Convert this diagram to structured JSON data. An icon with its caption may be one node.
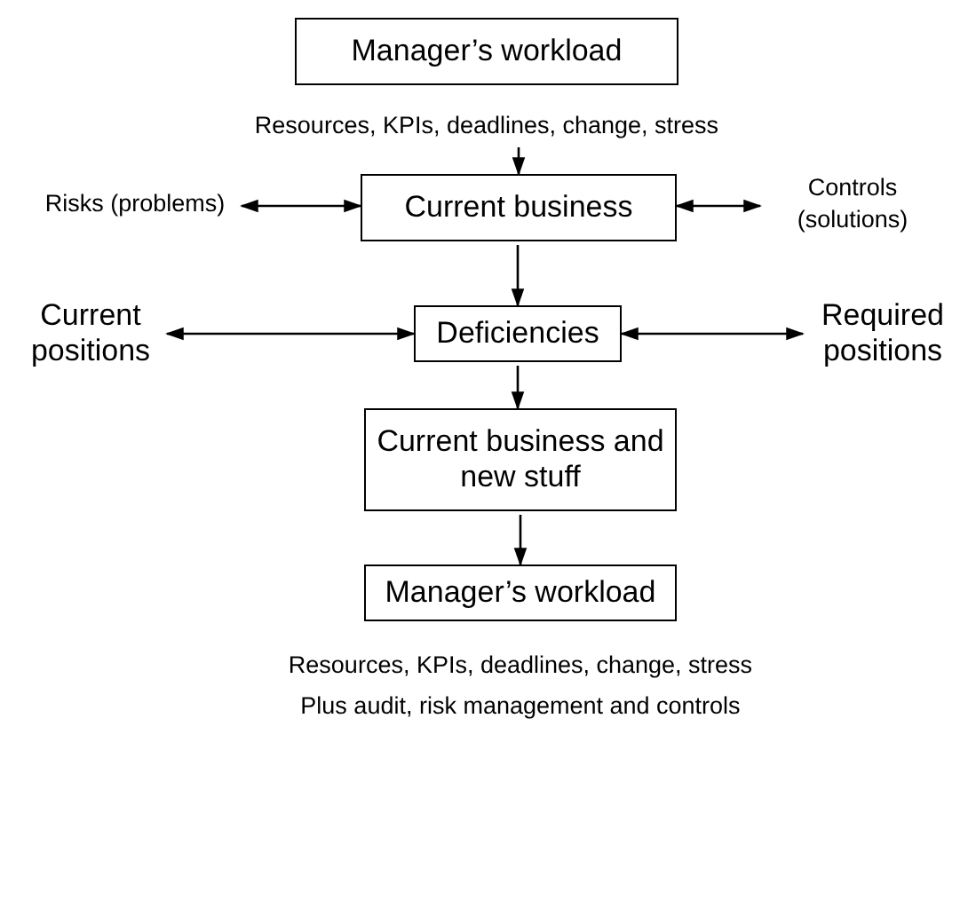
{
  "diagram": {
    "nodes": [
      {
        "text": [
          "Manager’s workload"
        ]
      },
      {
        "text": [
          "Resources, KPIs, deadlines, change, stress"
        ]
      },
      {
        "text": [
          "Risks (problems)"
        ]
      },
      {
        "text": [
          "Current business"
        ]
      },
      {
        "text": [
          "Controls (solutions)"
        ]
      },
      {
        "text": [
          "Current positions"
        ]
      },
      {
        "text": [
          "Deficiencies"
        ]
      },
      {
        "text": [
          "Required positions"
        ]
      },
      {
        "text": [
          "Current business and new stuff"
        ]
      },
      {
        "text": [
          "Manager’s workload"
        ],
        "beside": [
          "Resources, KPIs, deadlines, change, stress",
          "Plus audit, risk management and controls"
        ]
      }
    ],
    "edges": [
      {
        "from": 1,
        "to": 3,
        "arrow": "to"
      },
      {
        "from": 2,
        "to": 3,
        "arrow": "both"
      },
      {
        "from": 3,
        "to": 4,
        "arrow": "both"
      },
      {
        "from": 3,
        "to": 6,
        "arrow": "to"
      },
      {
        "from": 5,
        "to": 6,
        "arrow": "both"
      },
      {
        "from": 6,
        "to": 7,
        "arrow": "both"
      },
      {
        "from": 6,
        "to": 8,
        "arrow": "to"
      },
      {
        "from": 8,
        "to": 9,
        "arrow": "to"
      }
    ]
  }
}
